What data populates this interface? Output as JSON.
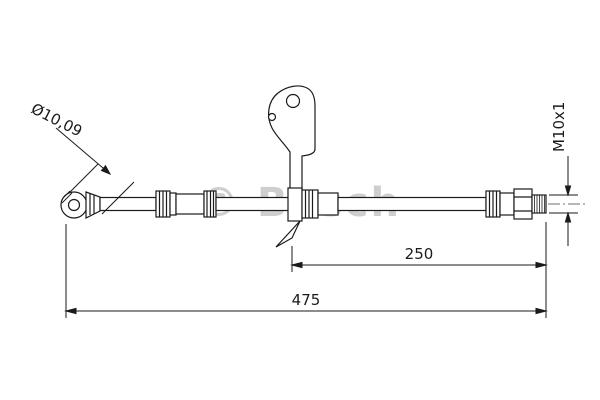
{
  "title": "Brake hose technical drawing",
  "watermark": {
    "text": "© Bosch"
  },
  "dimensions": {
    "bore_diameter": "Ø10,09",
    "thread_spec": "M10x1",
    "bracket_to_end_length": "250",
    "overall_length": "475"
  },
  "colors": {
    "line": "#1a1a1a",
    "watermark": "#c3c3c3",
    "background": "#ffffff"
  }
}
